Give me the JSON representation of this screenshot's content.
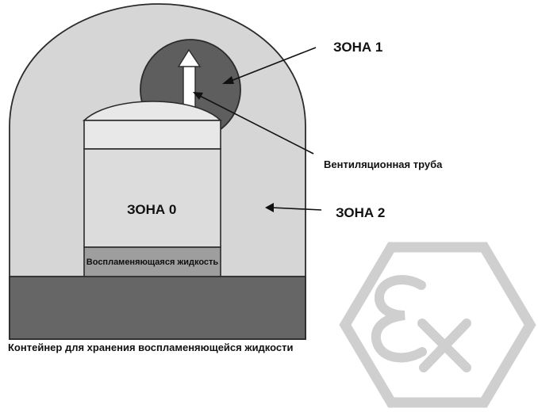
{
  "labels": {
    "zone1": "ЗОНА 1",
    "zone0": "ЗОНА 0",
    "zone2": "ЗОНА 2",
    "vent_pipe": "Вентиляционная труба",
    "liquid": "Воспламеняющаяся жидкость",
    "caption": "Контейнер для хранения воспламеняющейся жидкости"
  },
  "colors": {
    "zone2_fill": "#d6d6d6",
    "zone1_fill": "#5e5e5e",
    "ground_fill": "#666666",
    "tank_body": "#dcdcdc",
    "tank_top": "#e8e8e8",
    "liquid_fill": "#9e9e9e",
    "outline": "#2b2b2b",
    "ex_logo": "#cfcfcf"
  },
  "icons": {
    "ex_logo": "ex-explosion-protection-icon"
  }
}
